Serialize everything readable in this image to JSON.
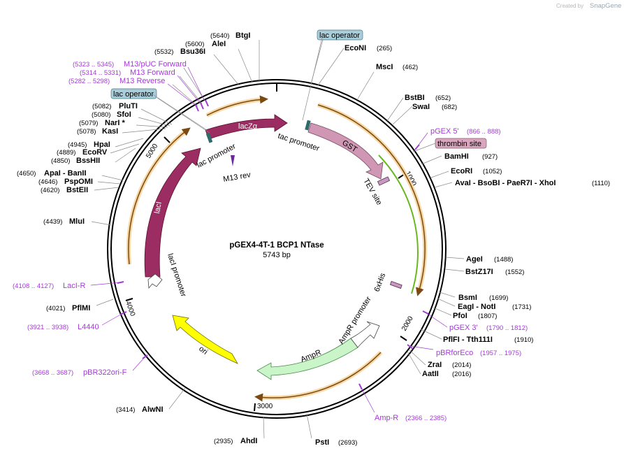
{
  "branding": {
    "created_by": "Created by",
    "app": "SnapGene"
  },
  "plasmid": {
    "name": "pGEX4-4T-1 BCP1 NTase",
    "length_label": "5743 bp"
  },
  "tick_labels": [
    "1000",
    "2000",
    "3000",
    "4000",
    "5000"
  ],
  "features": {
    "lacZa": "lacZα",
    "laci": "lacI",
    "gst": "GST",
    "ampr": "AmpR",
    "ori": "ori",
    "tac_promoter": "tac promoter",
    "lac_promoter": "lac promoter",
    "laci_promoter": "lacI promoter",
    "ampr_promoter": "AmpR promoter",
    "m13rev": "M13 rev",
    "tev": "TEV site",
    "his": "6xHis",
    "lac_operator_1": "lac operator",
    "lac_operator_2": "lac operator",
    "thrombin": "thrombin site"
  },
  "sites": {
    "btgi": {
      "name": "BtgI",
      "pos": "(5640)"
    },
    "alei": {
      "name": "AleI",
      "pos": "(5600)"
    },
    "bsu36i": {
      "name": "Bsu36I",
      "pos": "(5532)"
    },
    "pluti": {
      "name": "PluTI",
      "pos": "(5082)"
    },
    "sfoi": {
      "name": "SfoI",
      "pos": "(5080)"
    },
    "nari": {
      "name": "NarI *",
      "pos": "(5079)"
    },
    "kasi": {
      "name": "KasI",
      "pos": "(5078)"
    },
    "hpai": {
      "name": "HpaI",
      "pos": "(4945)"
    },
    "ecorv": {
      "name": "EcoRV",
      "pos": "(4889)"
    },
    "bsshii": {
      "name": "BssHII",
      "pos": "(4850)"
    },
    "apai": {
      "name": "ApaI  -  BanII",
      "pos": "(4650)"
    },
    "psppomi": {
      "name": "PspOMI",
      "pos": "(4646)"
    },
    "bsteii": {
      "name": "BstEII",
      "pos": "(4620)"
    },
    "mlui": {
      "name": "MluI",
      "pos": "(4439)"
    },
    "pfimi": {
      "name": "PflMI",
      "pos": "(4021)"
    },
    "alwni": {
      "name": "AlwNI",
      "pos": "(3414)"
    },
    "ahdi": {
      "name": "AhdI",
      "pos": "(2935)"
    },
    "psti": {
      "name": "PstI",
      "pos": "(2693)"
    },
    "econi": {
      "name": "EcoNI",
      "pos": "(265)"
    },
    "msci": {
      "name": "MscI",
      "pos": "(462)"
    },
    "bstbi": {
      "name": "BstBI",
      "pos": "(652)"
    },
    "swai": {
      "name": "SwaI",
      "pos": "(682)"
    },
    "bamhi": {
      "name": "BamHI",
      "pos": "(927)"
    },
    "ecori": {
      "name": "EcoRI",
      "pos": "(1052)"
    },
    "avai": {
      "name": "AvaI  -  BsoBI  -  PaeR7I  -  XhoI",
      "pos": "(1110)"
    },
    "agei": {
      "name": "AgeI",
      "pos": "(1488)"
    },
    "bstz17i": {
      "name": "BstZ17I",
      "pos": "(1552)"
    },
    "bsmi": {
      "name": "BsmI",
      "pos": "(1699)"
    },
    "eagi": {
      "name": "EagI  -  NotI",
      "pos": "(1731)"
    },
    "pfoi": {
      "name": "PfoI",
      "pos": "(1807)"
    },
    "pflfi": {
      "name": "PflFI  -  Tth111I",
      "pos": "(1910)"
    },
    "zrai": {
      "name": "ZraI",
      "pos": "(2014)"
    },
    "aatii": {
      "name": "AatII",
      "pos": "(2016)"
    }
  },
  "primers": {
    "m13puc": {
      "name": "M13/pUC Forward",
      "pos": "(5323 .. 5345)"
    },
    "m13f": {
      "name": "M13 Forward",
      "pos": "(5314 .. 5331)"
    },
    "m13r": {
      "name": "M13 Reverse",
      "pos": "(5282 .. 5298)"
    },
    "pgex5": {
      "name": "pGEX 5'",
      "pos": "(866 .. 888)"
    },
    "pgex3": {
      "name": "pGEX 3'",
      "pos": "(1790 .. 1812)"
    },
    "pbrforeco": {
      "name": "pBRforEco",
      "pos": "(1957 .. 1975)"
    },
    "ampr": {
      "name": "Amp-R",
      "pos": "(2366 .. 2385)"
    },
    "laci_r": {
      "name": "LacI-R",
      "pos": "(4108 .. 4127)"
    },
    "l4440": {
      "name": "L4440",
      "pos": "(3921 .. 3938)"
    },
    "pbr322": {
      "name": "pBR322ori-F",
      "pos": "(3668 .. 3687)"
    }
  },
  "colors": {
    "lacZa": "#9b2d62",
    "laci": "#9b2d62",
    "gst": "#cf97b4",
    "ampr": "#c9f5c9",
    "ori": "#ffff00",
    "orf": "#f2a53a",
    "green_orf": "#69b81f",
    "primer": "#a23ad6",
    "lac_operator_bg": "#a9cdd9",
    "thrombin_bg": "#d8a7be"
  }
}
